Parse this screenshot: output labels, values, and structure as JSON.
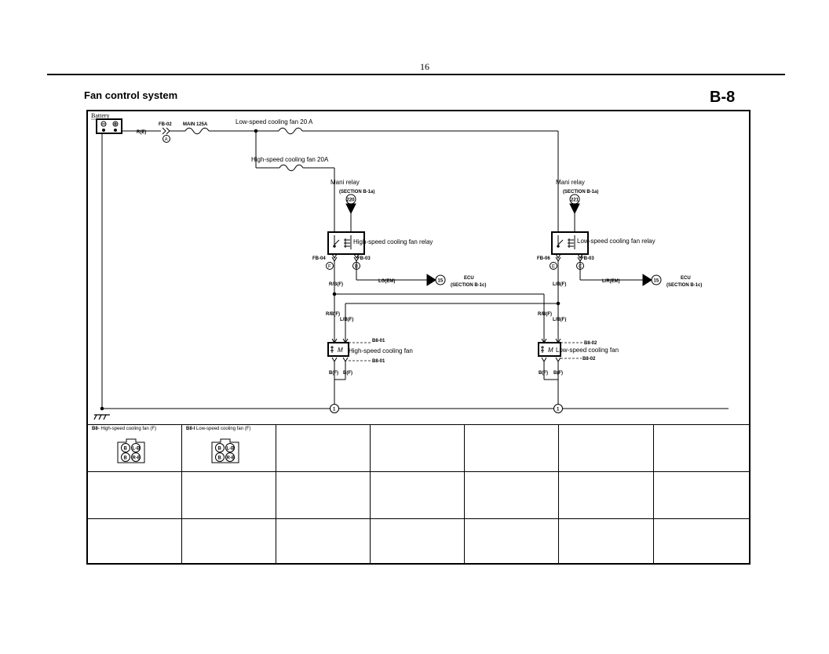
{
  "page": {
    "number": "16",
    "title": "Fan control system",
    "section_code": "B-8"
  },
  "diagram": {
    "battery_label": "Battery",
    "fuses": {
      "fb02": "FB-02",
      "main": "MAIN 125A",
      "low_fan_fuse": "Low-speed cooling fan 20 A",
      "high_fan_fuse": "High-speed cooling fan 20A"
    },
    "wires": {
      "re": "R(E)",
      "rb_f": "R/B(F)",
      "lb_f": "L/B(F)",
      "b_f": "B(F)",
      "lg_em": "LG(EM)",
      "lr_em": "L/R(EM)"
    },
    "high_side": {
      "relay_name_label": "Mani relay",
      "section_ref": "(SECTION B-1a)",
      "relay_ref_num": "220",
      "relay_label": "High-speed cooling fan relay",
      "pin_left": "FB-04",
      "pin_right": "FB-03",
      "pin_left_letter": "F",
      "pin_right_letter": "B",
      "ecu_num": "15",
      "ecu_label": "ECU",
      "ecu_section": "(SECTION B-1c)",
      "fan_label": "High-speed cooling fan",
      "fan_conn_top": "B8-01",
      "fan_conn_bottom": "B8-01",
      "ground_num": "1"
    },
    "low_side": {
      "relay_name_label": "Mani relay",
      "section_ref": "(SECTION B-1a)",
      "relay_ref_num": "221",
      "relay_label": "Low-speed cooling fan relay",
      "pin_left": "FB-06",
      "pin_right": "FB-03",
      "pin_left_letter": "E",
      "pin_right_letter": "C",
      "ecu_num": "15",
      "ecu_label": "ECU",
      "ecu_section": "(SECTION B-1c)",
      "fan_label": "Low-speed cooling fan",
      "fan_conn_top": "B8-02",
      "fan_conn_bottom": "B8-02",
      "ground_num": "1"
    }
  },
  "connectors": [
    {
      "code": "B8-",
      "name": "High-speed cooling fan (F)",
      "pins": [
        "B",
        "L-B",
        "B",
        "R-B"
      ]
    },
    {
      "code": "B8-l",
      "name": "Low-speed cooling fan (F)",
      "pins": [
        "B",
        "L-B",
        "B",
        "R-B"
      ]
    }
  ]
}
